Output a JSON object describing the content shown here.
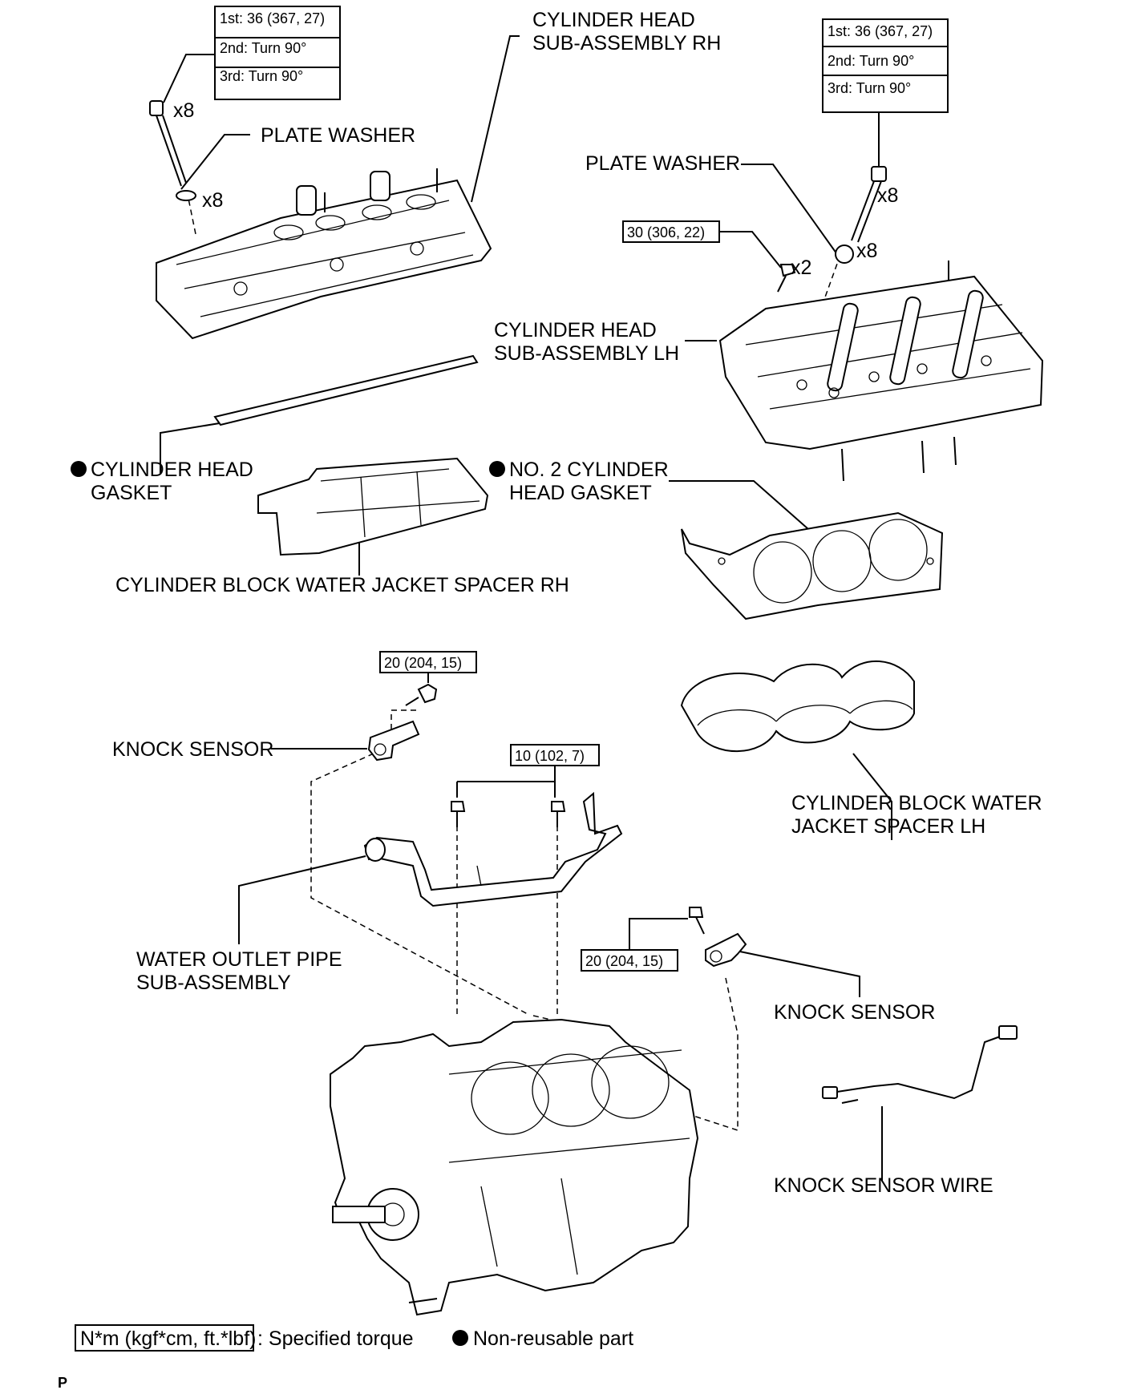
{
  "torque_specs": {
    "head_bolts_rh": [
      "1st: 36 (367, 27)",
      "2nd: Turn 90°",
      "3rd: Turn 90°"
    ],
    "head_bolts_lh": [
      "1st: 36 (367, 27)",
      "2nd: Turn 90°",
      "3rd: Turn 90°"
    ],
    "lh_small_bolt": "30 (306, 22)",
    "knock_sensor_1": "20 (204, 15)",
    "water_pipe": "10 (102, 7)",
    "knock_sensor_2": "20 (204, 15)"
  },
  "labels": {
    "head_rh": [
      "CYLINDER HEAD",
      "SUB-ASSEMBLY RH"
    ],
    "plate_washer_rh": "PLATE WASHER",
    "plate_washer_lh": "PLATE WASHER",
    "head_lh": [
      "CYLINDER HEAD",
      "SUB-ASSEMBLY LH"
    ],
    "head_gasket": [
      "CYLINDER HEAD",
      "GASKET"
    ],
    "no2_gasket": [
      "NO. 2 CYLINDER",
      "HEAD GASKET"
    ],
    "spacer_rh": "CYLINDER BLOCK WATER JACKET SPACER RH",
    "spacer_lh": [
      "CYLINDER BLOCK WATER",
      "JACKET SPACER LH"
    ],
    "knock_sensor_1": "KNOCK SENSOR",
    "knock_sensor_2": "KNOCK SENSOR",
    "water_pipe": [
      "WATER OUTLET PIPE",
      "SUB-ASSEMBLY"
    ],
    "knock_wire": "KNOCK SENSOR WIRE"
  },
  "quantities": {
    "rh_bolts": "x8",
    "rh_washers": "x8",
    "lh_bolts": "x8",
    "lh_washers": "x8",
    "lh_small_bolts": "x2"
  },
  "legend": {
    "torque_key": "N*m (kgf*cm, ft.*lbf)",
    "torque_desc": ": Specified torque",
    "nonreusable_desc": "Non-reusable part"
  },
  "footer_code": "P"
}
